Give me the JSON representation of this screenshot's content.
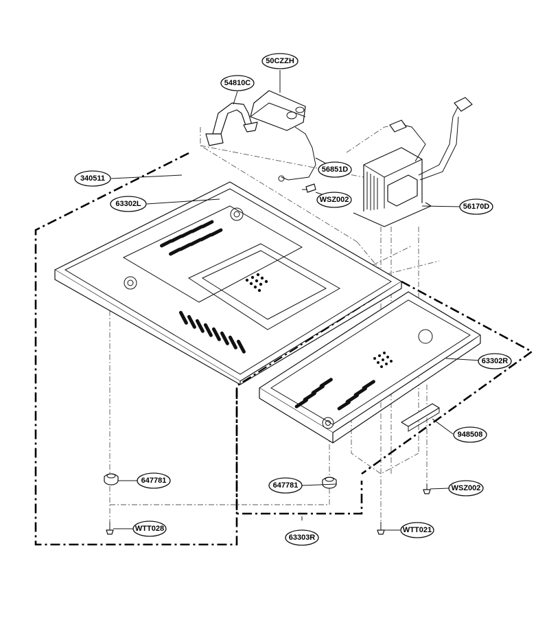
{
  "callouts": [
    {
      "id": "50CZZH",
      "label": "50CZZH"
    },
    {
      "id": "54810C",
      "label": "54810C"
    },
    {
      "id": "56851D",
      "label": "56851D"
    },
    {
      "id": "340511",
      "label": "340511"
    },
    {
      "id": "63302L",
      "label": "63302L"
    },
    {
      "id": "WSZ002_top",
      "label": "WSZ002"
    },
    {
      "id": "56170D",
      "label": "56170D"
    },
    {
      "id": "63302R",
      "label": "63302R"
    },
    {
      "id": "948508",
      "label": "948508"
    },
    {
      "id": "647781_left",
      "label": "647781"
    },
    {
      "id": "647781_right",
      "label": "647781"
    },
    {
      "id": "WSZ002_bottom",
      "label": "WSZ002"
    },
    {
      "id": "WTT028",
      "label": "WTT028"
    },
    {
      "id": "WTT021",
      "label": "WTT021"
    },
    {
      "id": "63303R",
      "label": "63303R"
    }
  ]
}
